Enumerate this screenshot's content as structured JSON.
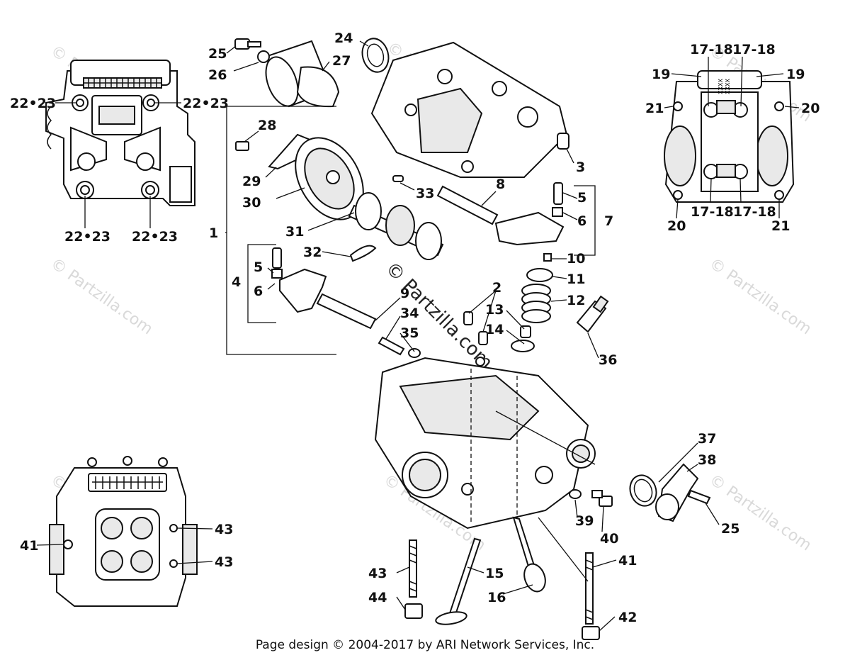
{
  "watermark": {
    "small_text": "© Partzilla.com",
    "center_text": "© Partzilla.com"
  },
  "footer": {
    "text": "Page design © 2004-2017 by ARI Network Services, Inc."
  },
  "callouts": {
    "c25a": "25",
    "c26": "26",
    "c27": "27",
    "c24": "24",
    "c3": "3",
    "c28": "28",
    "c29": "29",
    "c30": "30",
    "c33": "33",
    "c31": "31",
    "c32": "32",
    "c1": "1",
    "c8": "8",
    "c5a": "5",
    "c6a": "6",
    "c7": "7",
    "c10": "10",
    "c11": "11",
    "c12": "12",
    "c13": "13",
    "c14": "14",
    "c2": "2",
    "c36": "36",
    "c4": "4",
    "c5b": "5",
    "c6b": "6",
    "c9": "9",
    "c34": "34",
    "c35": "35",
    "c37": "37",
    "c38": "38",
    "c25b": "25",
    "c39": "39",
    "c40": "40",
    "c41a": "41",
    "c42": "42",
    "c43a": "43",
    "c44": "44",
    "c15": "15",
    "c16": "16",
    "tl1": "22•23",
    "tl2": "22•23",
    "tl3": "22•23",
    "tl4": "22•23",
    "tr1": "17-18",
    "tr2": "17-18",
    "tr3": "17-18",
    "tr4": "17-18",
    "tr19a": "19",
    "tr19b": "19",
    "tr21a": "21",
    "tr20a": "20",
    "tr20b": "20",
    "tr21b": "21",
    "bl41": "41",
    "bl43a": "43",
    "bl43b": "43"
  },
  "cam_marks": {
    "mark_a": "XXXX",
    "mark_b": "XXXX"
  }
}
